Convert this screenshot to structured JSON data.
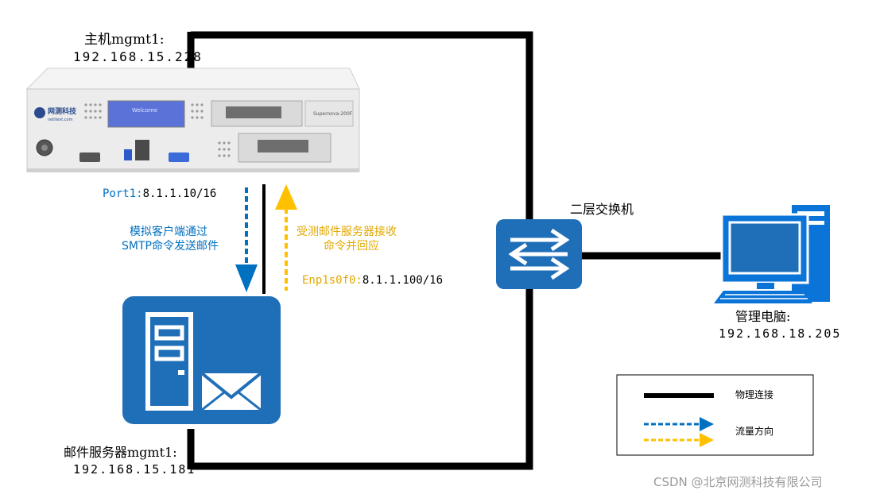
{
  "host": {
    "title": "主机mgmt1:",
    "ip": "192.168.15.228",
    "front_logo": "网测科技",
    "front_logo_sub": "netitest.com",
    "lcd": "Welcome",
    "model": "Supernova-200F"
  },
  "port1": {
    "label": "Port1:",
    "value": "8.1.1.10/16"
  },
  "flows": {
    "client_send": [
      "模拟客户端通过",
      "SMTP命令发送邮件"
    ],
    "server_recv": [
      "受测邮件服务器接收",
      "命令并回应"
    ]
  },
  "server_port": {
    "label": "Enp1s0f0:",
    "value": "8.1.1.100/16"
  },
  "mail_server": {
    "title": "邮件服务器mgmt1:",
    "ip": "192.168.15.181"
  },
  "switch": {
    "label": "二层交换机"
  },
  "pc": {
    "title": "管理电脑:",
    "ip": "192.168.18.205"
  },
  "legend": {
    "physical": "物理连接",
    "flow": "流量方向"
  },
  "watermark": "CSDN @北京网测科技有限公司",
  "colors": {
    "line": "#000000",
    "blue": "#0070C0",
    "yellow": "#FFC000",
    "device": "#1F6FB8",
    "chassis": "#ECECEC"
  }
}
